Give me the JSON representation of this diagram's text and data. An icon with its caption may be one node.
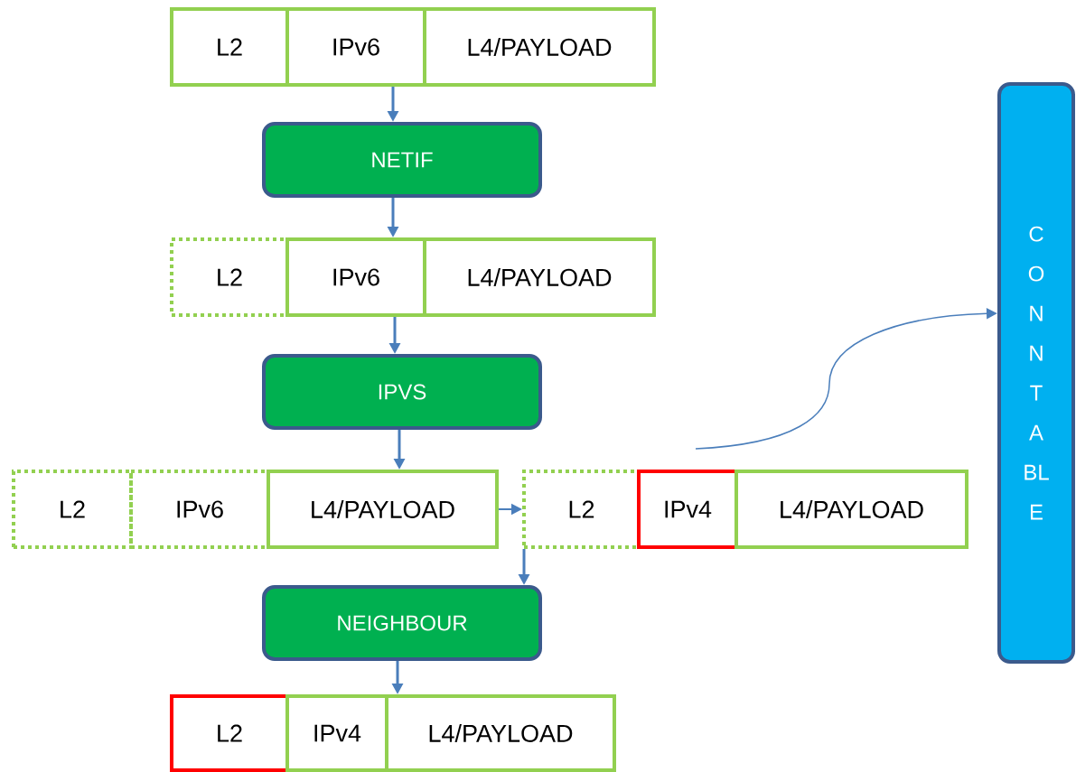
{
  "diagram": {
    "nodes": [
      {
        "text": [
          "L2"
        ]
      },
      {
        "text": [
          "IPv6"
        ]
      },
      {
        "text": [
          "L4/PAYLOAD"
        ]
      },
      {
        "text": [
          "NETIF"
        ]
      },
      {
        "text": [
          "L2"
        ]
      },
      {
        "text": [
          "IPv6"
        ]
      },
      {
        "text": [
          "L4/PAYLOAD"
        ]
      },
      {
        "text": [
          "IPVS"
        ]
      },
      {
        "text": [
          "L2"
        ]
      },
      {
        "text": [
          "IPv6"
        ]
      },
      {
        "text": [
          "L4/PAYLOAD"
        ]
      },
      {
        "text": [
          "L2"
        ]
      },
      {
        "text": [
          "IPv4"
        ]
      },
      {
        "text": [
          "L4/PAYLOAD"
        ]
      },
      {
        "text": [
          "NEIGHBOUR"
        ]
      },
      {
        "text": [
          "L2"
        ]
      },
      {
        "text": [
          "IPv4"
        ]
      },
      {
        "text": [
          "L4/PAYLOAD"
        ]
      },
      {
        "text": [
          "CONN TABLE"
        ]
      }
    ],
    "edges": [
      {
        "from": 1,
        "to": 3,
        "arrow": "to"
      },
      {
        "from": 3,
        "to": 5,
        "arrow": "to"
      },
      {
        "from": 5,
        "to": 7,
        "arrow": "to"
      },
      {
        "from": 7,
        "to": 10,
        "arrow": "to"
      },
      {
        "from": 10,
        "to": 11,
        "arrow": "to"
      },
      {
        "from": 11,
        "to": 14,
        "arrow": "to"
      },
      {
        "from": 14,
        "to": 17,
        "arrow": "to"
      },
      {
        "from": null,
        "to": 18,
        "arrow": "to"
      }
    ]
  }
}
